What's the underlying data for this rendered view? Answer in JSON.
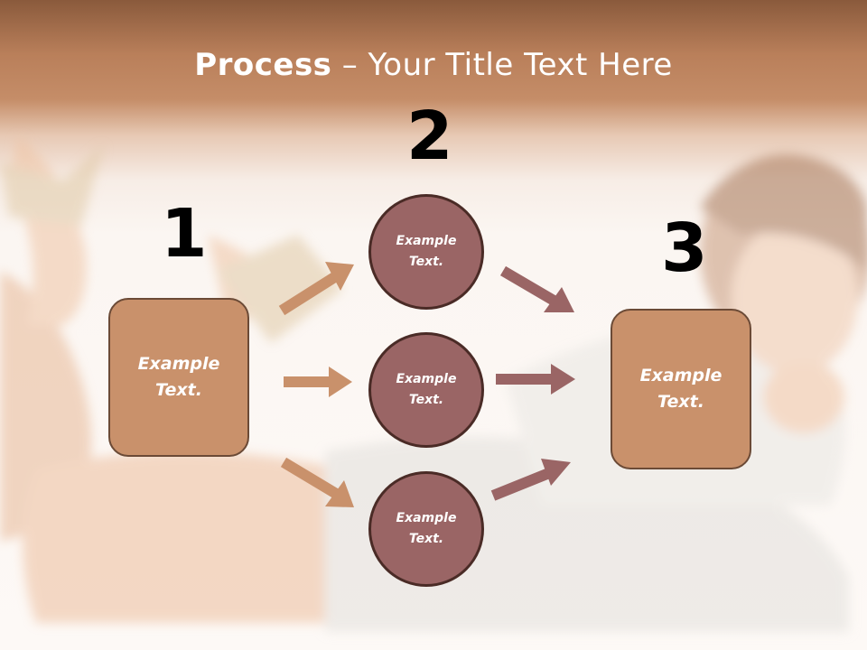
{
  "title": {
    "bold": "Process",
    "rest": " – Your Title Text Here"
  },
  "steps": {
    "n1": "1",
    "n2": "2",
    "n3": "3"
  },
  "left_box": {
    "text": "Example\nText."
  },
  "right_box": {
    "text": "Example\nText."
  },
  "circles": [
    {
      "text": "Example\nText."
    },
    {
      "text": "Example\nText."
    },
    {
      "text": "Example\nText."
    }
  ],
  "colors": {
    "box_fill": "#c9916b",
    "circle_fill": "#9a6565",
    "arrow_left": "#c9916b",
    "arrow_right": "#9a6565"
  }
}
